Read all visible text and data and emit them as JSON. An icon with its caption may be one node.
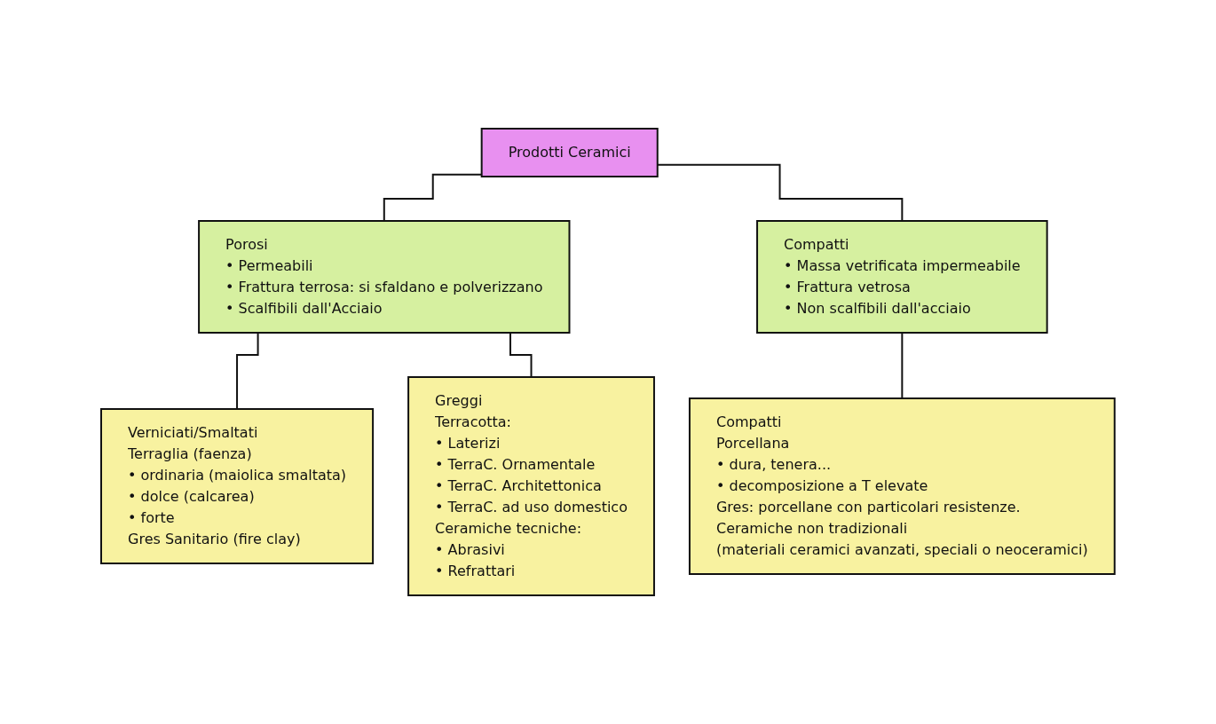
{
  "diagram": {
    "nodes": [
      {
        "text": [
          "Prodotti Ceramici"
        ]
      },
      {
        "text": [
          "Porosi",
          "• Permeabili",
          "• Frattura terrosa: si sfaldano e polverizzano",
          "• Scalfibili dall'Acciaio"
        ]
      },
      {
        "text": [
          "Verniciati/Smaltati",
          "Terraglia (faenza)",
          "• ordinaria (maiolica smaltata)",
          "• dolce (calcarea)",
          "• forte",
          "Gres Sanitario (fire clay)"
        ]
      },
      {
        "text": [
          "Compatti",
          "• Massa vetrificata impermeabile",
          "• Frattura vetrosa",
          "• Non scalfibili dall'acciaio"
        ]
      },
      {
        "text": [
          "Greggi",
          "Terracotta:",
          "• Laterizi",
          "• TerraC. Ornamentale",
          "• TerraC. Architettonica",
          "• TerraC. ad uso domestico",
          "Ceramiche tecniche:",
          "• Abrasivi",
          "• Refrattari"
        ]
      },
      {
        "text": [
          "Compatti",
          "Porcellana",
          "• dura, tenera...",
          "• decomposizione a T elevate",
          "Gres: porcellane con particolari resistenze.",
          "Ceramiche non tradizionali",
          "(materiali ceramici avanzati, speciali o neoceramici)"
        ]
      }
    ],
    "edges": [
      {
        "from": 0,
        "to": 1,
        "arrow": "none"
      },
      {
        "from": 0,
        "to": 3,
        "arrow": "none"
      },
      {
        "from": 1,
        "to": 2,
        "arrow": "none"
      },
      {
        "from": 1,
        "to": 4,
        "arrow": "none"
      },
      {
        "from": 3,
        "to": 5,
        "arrow": "none"
      }
    ]
  }
}
